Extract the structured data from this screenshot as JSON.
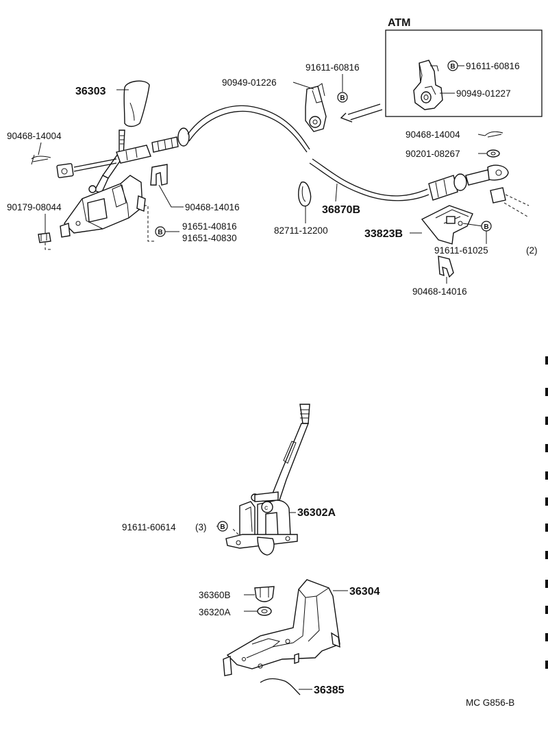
{
  "inset": {
    "title": "ATM"
  },
  "labels": {
    "p36303": "36303",
    "p90468_14004_left": "90468-14004",
    "p90179_08044": "90179-08044",
    "p90949_01226": "90949-01226",
    "p91611_60816_top": "91611-60816",
    "p91611_60816_atm": "91611-60816",
    "p90949_01227": "90949-01227",
    "p90468_14004_right": "90468-14004",
    "p90201_08267": "90201-08267",
    "p90468_14016_mid": "90468-14016",
    "p91651_40816": "91651-40816",
    "p91651_40830": "91651-40830",
    "p82711_12200": "82711-12200",
    "p36870B": "36870B",
    "p33823B": "33823B",
    "p91611_61025": "91611-61025",
    "p91611_61025_qty": "(2)",
    "p90468_14016_lower": "90468-14016",
    "p91611_60614": "91611-60614",
    "p91611_60614_qty": "(3)",
    "p36302A": "36302A",
    "p36360B": "36360B",
    "p36320A": "36320A",
    "p36304": "36304",
    "p36385": "36385"
  },
  "marker": "B",
  "figure_code": "MC G856-B"
}
